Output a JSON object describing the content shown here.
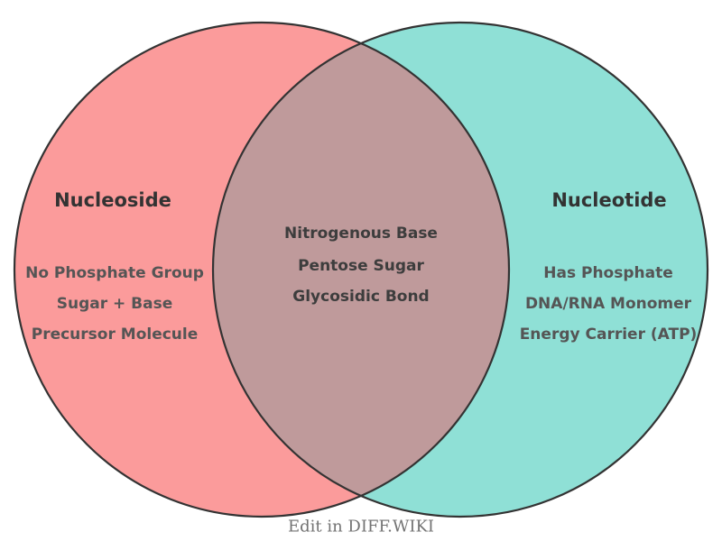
{
  "diagram": {
    "type": "venn-2-set",
    "left": {
      "title": "Nucleoside",
      "items": [
        "No Phosphate Group",
        "Sugar + Base",
        "Precursor Molecule"
      ],
      "fill_color": "#FB9B9B"
    },
    "right": {
      "title": "Nucleotide",
      "items": [
        "Has Phosphate",
        "DNA/RNA Monomer",
        "Energy Carrier (ATP)"
      ],
      "fill_color": "#8FE0D6"
    },
    "overlap": {
      "items": [
        "Nitrogenous Base",
        "Pentose Sugar",
        "Glycosidic Bond"
      ],
      "fill_color": "#BF9A9B"
    },
    "outline_color": "#333333",
    "title_text_color": "#333333",
    "item_text_color": "#555555",
    "overlap_text_color": "#3d3d3d",
    "footer": "Edit in DIFF.WIKI"
  }
}
